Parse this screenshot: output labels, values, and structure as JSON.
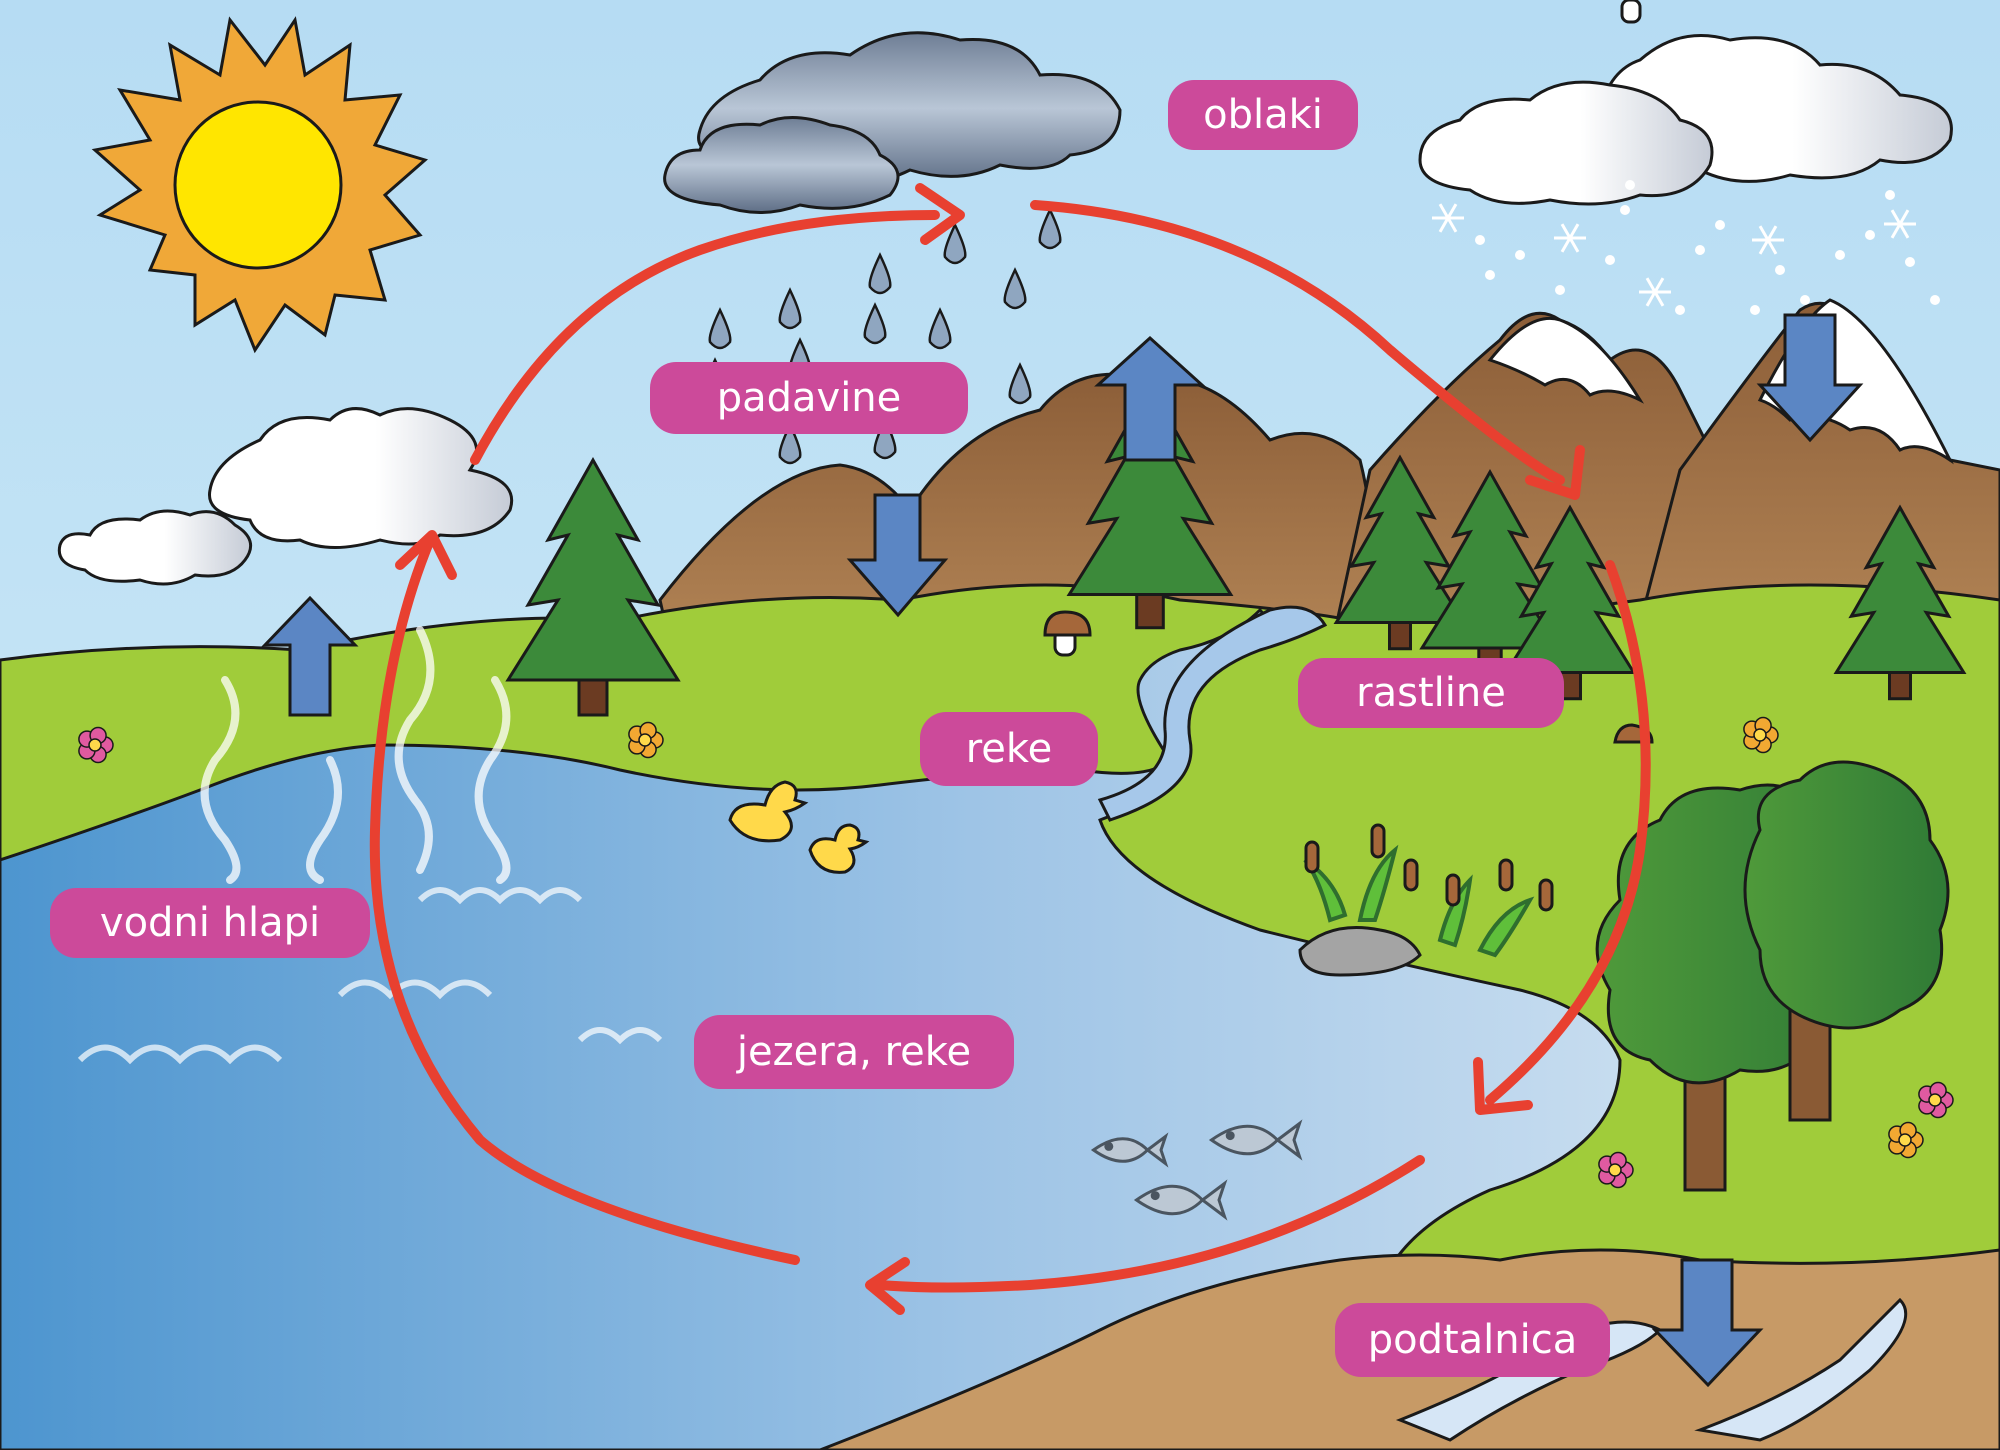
{
  "labels": {
    "oblaki": "oblaki",
    "padavine": "padavine",
    "rastline": "rastline",
    "reke": "reke",
    "vodni_hlapi": "vodni hlapi",
    "jezera_reke": "jezera, reke",
    "podtalnica": "podtalnica"
  },
  "colors": {
    "label_bg": "#cc4a9a",
    "cycle_arrow": "#e84030",
    "flow_arrow": "#5b86c4",
    "sky": "#b8dcf2",
    "water": "#6fa6d8",
    "grass": "#9ccc3c",
    "mountain": "#a06a40",
    "tree": "#3f8a3e",
    "soil": "#c9a070",
    "sun": "#ffe400"
  },
  "icons": [
    "sun-icon",
    "cloud-icon",
    "rain-cloud-icon",
    "snow-cloud-icon",
    "raindrop-icon",
    "snowflake-icon",
    "mountain-icon",
    "tree-icon",
    "duck-icon",
    "fish-icon",
    "flower-icon",
    "mushroom-icon",
    "cattail-icon",
    "arrow-up-icon",
    "arrow-down-icon"
  ]
}
